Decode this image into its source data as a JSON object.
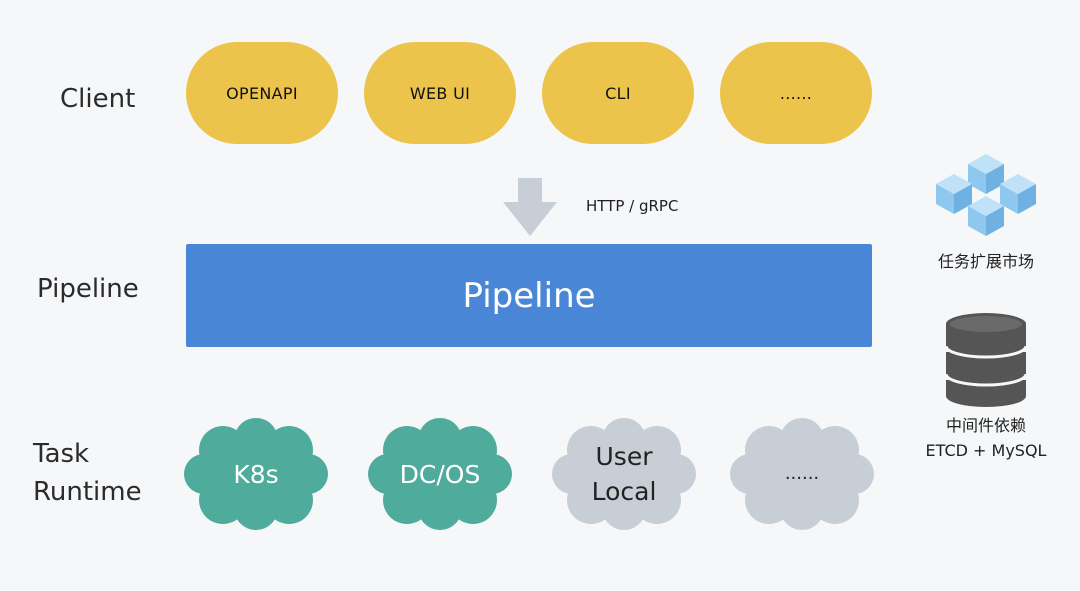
{
  "layers": {
    "client": "Client",
    "pipeline": "Pipeline",
    "task_runtime_line1": "Task",
    "task_runtime_line2": "Runtime"
  },
  "clients": [
    {
      "label": "OPENAPI"
    },
    {
      "label": "WEB UI"
    },
    {
      "label": "CLI"
    },
    {
      "label": "......"
    }
  ],
  "protocol_label": "HTTP / gRPC",
  "pipeline_box": {
    "label": "Pipeline"
  },
  "runtimes": [
    {
      "line1": "K8s",
      "line2": ""
    },
    {
      "line1": "DC/OS",
      "line2": ""
    },
    {
      "line1": "User",
      "line2": "Local"
    },
    {
      "line1": "......",
      "line2": ""
    }
  ],
  "side": {
    "market_label": "任务扩展市场",
    "middleware_label": "中间件依赖",
    "middleware_detail": "ETCD + MySQL"
  },
  "colors": {
    "client_pill": "#ecc44b",
    "pipeline_bar": "#4a86d6",
    "runtime_active": "#4fab9b",
    "runtime_inactive": "#c7ced5",
    "arrow": "#c7ced5",
    "cube": "#8fc8ef",
    "database": "#555555"
  },
  "icons": {
    "arrow": "down-arrow-icon",
    "market": "cubes-icon",
    "middleware": "database-icon"
  }
}
